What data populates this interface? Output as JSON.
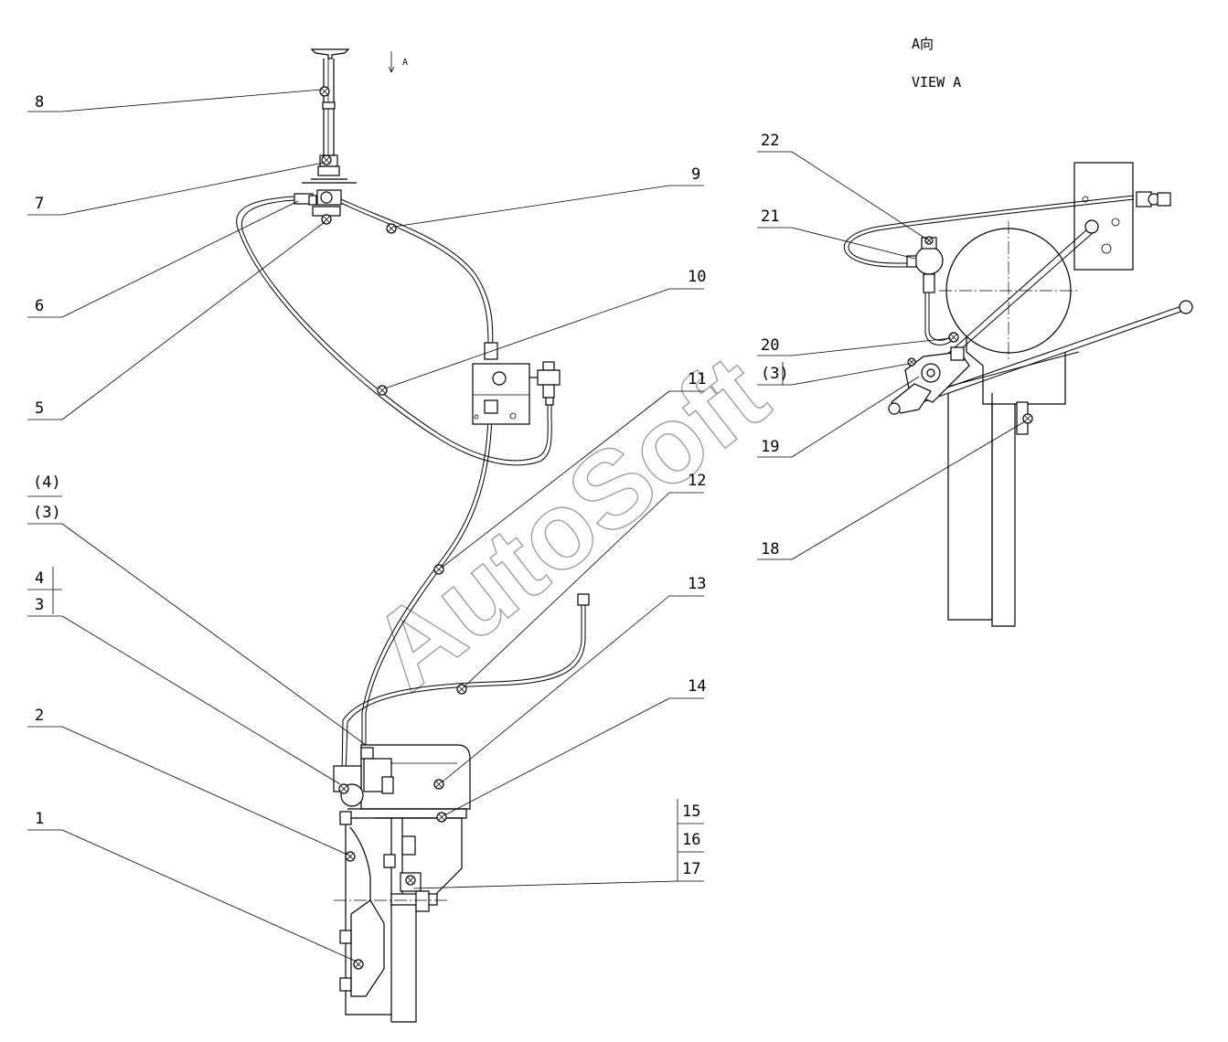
{
  "view": {
    "title_cn": "A向",
    "title_en": "VIEW A",
    "arrow_letter": "A"
  },
  "watermark": "AutoSoft",
  "callouts": {
    "c1": "1",
    "c2": "2",
    "c3": "3",
    "c4": "4",
    "c3p": "(3)",
    "c4p": "(4)",
    "c5": "5",
    "c6": "6",
    "c7": "7",
    "c8": "8",
    "c9": "9",
    "c10": "10",
    "c11": "11",
    "c12": "12",
    "c13": "13",
    "c14": "14",
    "c15": "15",
    "c16": "16",
    "c17": "17",
    "c18": "18",
    "c19": "19",
    "c20": "20",
    "c3v": "(3)",
    "c21": "21",
    "c22": "22"
  }
}
